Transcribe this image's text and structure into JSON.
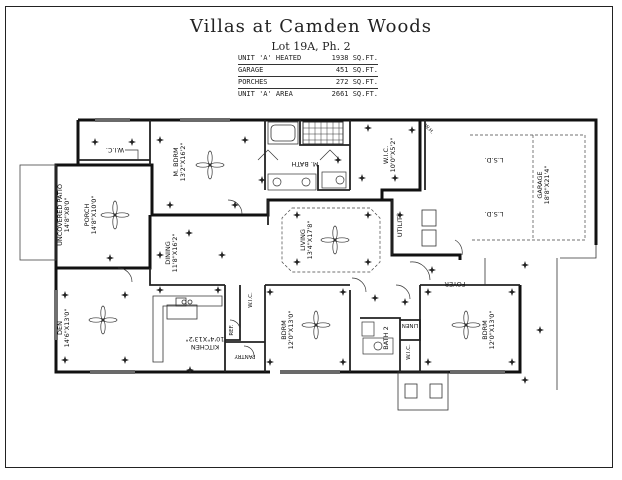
{
  "header": {
    "title": "Villas at Camden Woods",
    "subtitle": "Lot 19A, Ph. 2"
  },
  "area_table": [
    {
      "label": "UNIT 'A' HEATED",
      "value": "1938 SQ.FT."
    },
    {
      "label": "GARAGE",
      "value": "451 SQ.FT."
    },
    {
      "label": "PORCHES",
      "value": "272 SQ.FT."
    },
    {
      "label": "UNIT 'A' AREA",
      "value": "2661 SQ.FT."
    }
  ],
  "rooms": {
    "wic_left": "W.I.C.",
    "m_bdrm": "M. BDRM",
    "m_bdrm_dim": "13'2\"X16'2\"",
    "m_bath": "M. BATH",
    "wic_mid": "W.I.C.",
    "wic_mid_dim": "10'0\"X5'2\"",
    "garage": "GARAGE",
    "garage_dim": "18'8\"X21'4\"",
    "lsd1": "L.S.D.",
    "lsd2": "L.S.D.",
    "patio": "UNCOVERED PATIO",
    "patio_dim": "14'8\"X8'0\"",
    "porch": "PORCH",
    "porch_dim": "14'8\"X10'0\"",
    "dining": "DINING",
    "dining_dim": "11'8\"X16'2\"",
    "living": "LIVING",
    "living_dim": "13'4\"X17'8\"",
    "utility": "UTILITY",
    "foyer": "FOYER",
    "den": "DEN",
    "den_dim": "14'6\"X13'0\"",
    "kitchen": "KITCHEN",
    "kitchen_dim": "10'4\"X13'2\"",
    "wic_k": "W.I.C.",
    "ref": "REF.",
    "pantry": "PANTRY",
    "bdrm2": "BDRM",
    "bdrm2_dim": "12'0\"X13'0\"",
    "linen": "LINEN",
    "bath2": "BATH 2",
    "wic_b3": "W.I.C.",
    "bdrm3": "BDRM",
    "bdrm3_dim": "12'0\"X13'0\"",
    "wh": "W.H."
  }
}
